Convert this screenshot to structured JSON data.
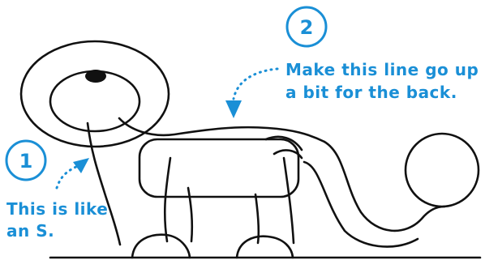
{
  "steps": [
    {
      "number": "1",
      "note_line1": "This is like",
      "note_line2": "an S."
    },
    {
      "number": "2",
      "note_line1": "Make this line go up",
      "note_line2": "a bit for the back."
    }
  ],
  "colors": {
    "accent": "#1a8fd6",
    "ink": "#111111",
    "background": "#ffffff"
  }
}
